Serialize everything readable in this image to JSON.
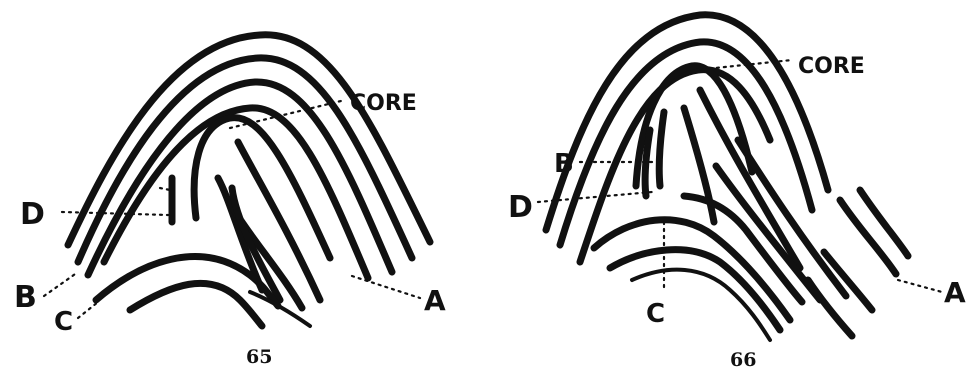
{
  "figures": [
    {
      "number": "65",
      "labels": {
        "core": "CORE",
        "a": "A",
        "b": "B",
        "c": "C",
        "d": "D"
      }
    },
    {
      "number": "66",
      "labels": {
        "core": "CORE",
        "a": "A",
        "b": "B",
        "c": "C",
        "d": "D"
      }
    }
  ],
  "colors": {
    "ink": "#111111",
    "paper": "#ffffff"
  }
}
